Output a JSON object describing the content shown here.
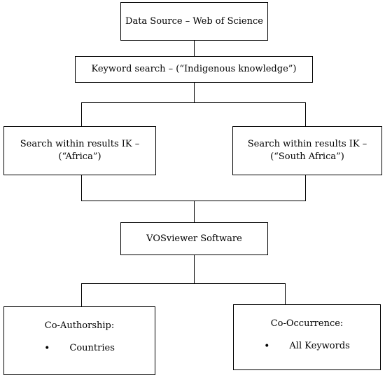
{
  "nodes": {
    "data_source": "Data Source – Web of Science",
    "keyword_search": "Keyword search – (“Indigenous knowledge”)",
    "search_africa": {
      "line1": "Search within results IK –",
      "line2": "(“Africa”)"
    },
    "search_south_africa": {
      "line1": "Search within results IK –",
      "line2": "(“South Africa”)"
    },
    "vosviewer": "VOSviewer Software",
    "co_authorship": {
      "title": "Co-Authorship:",
      "bullet": "Countries"
    },
    "co_occurrence": {
      "title": "Co-Occurrence:",
      "bullet": "All Keywords"
    }
  },
  "bullet_symbol": "•"
}
